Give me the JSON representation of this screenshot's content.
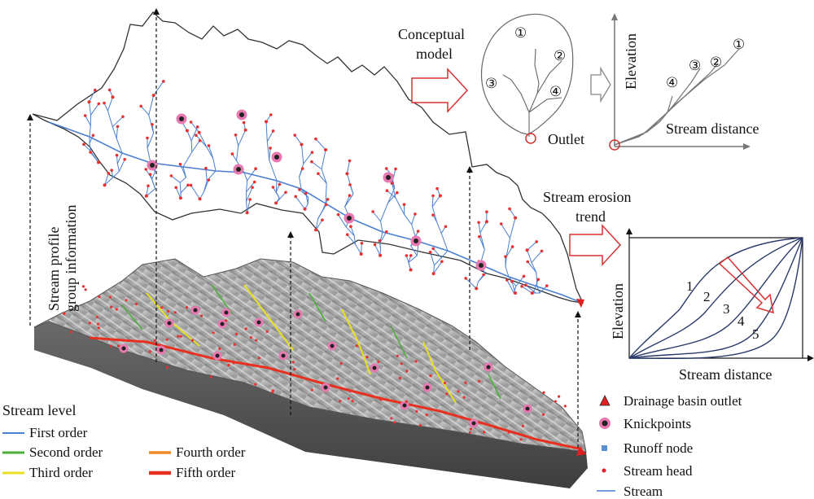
{
  "labels": {
    "conceptual_line1": "Conceptual",
    "conceptual_line2": "model",
    "erosion_line1": "Stream erosion",
    "erosion_line2": "trend",
    "profile_line1": "Stream profile",
    "profile_line2": "group information",
    "outlet": "Outlet"
  },
  "conceptual_sketch": {
    "markers": [
      "①",
      "②",
      "③",
      "④"
    ]
  },
  "profile_plot": {
    "x_label": "Stream distance",
    "y_label": "Elevation",
    "series_labels": [
      "④",
      "③",
      "②",
      "①"
    ]
  },
  "erosion_plot": {
    "x_label": "Stream distance",
    "y_label": "Elevation",
    "curve_labels": [
      "1",
      "2",
      "3",
      "4",
      "5"
    ]
  },
  "stream_level_legend": {
    "title": "Stream level",
    "items": [
      {
        "label": "First order",
        "color": "#4a7fd0"
      },
      {
        "label": "Second order",
        "color": "#4caf3a"
      },
      {
        "label": "Third order",
        "color": "#e8e020"
      },
      {
        "label": "Fourth order",
        "color": "#f08a20"
      },
      {
        "label": "Fifth order",
        "color": "#e83020"
      }
    ]
  },
  "symbol_legend": {
    "items": [
      {
        "label": "Drainage basin outlet",
        "icon": "red-triangle-icon"
      },
      {
        "label": "Knickpoints",
        "icon": "knickpoint-icon"
      },
      {
        "label": "Runoff node",
        "icon": "blue-square-icon"
      },
      {
        "label": "Stream head",
        "icon": "red-dot-icon"
      },
      {
        "label": "Stream",
        "icon": "blue-line-icon"
      }
    ]
  },
  "colors": {
    "stream": "#4a7fd0",
    "stream_head": "#e83030",
    "knickpoint": "#e878b0",
    "arrow_outline": "#d83030",
    "terrain": "#a8a8a8"
  }
}
